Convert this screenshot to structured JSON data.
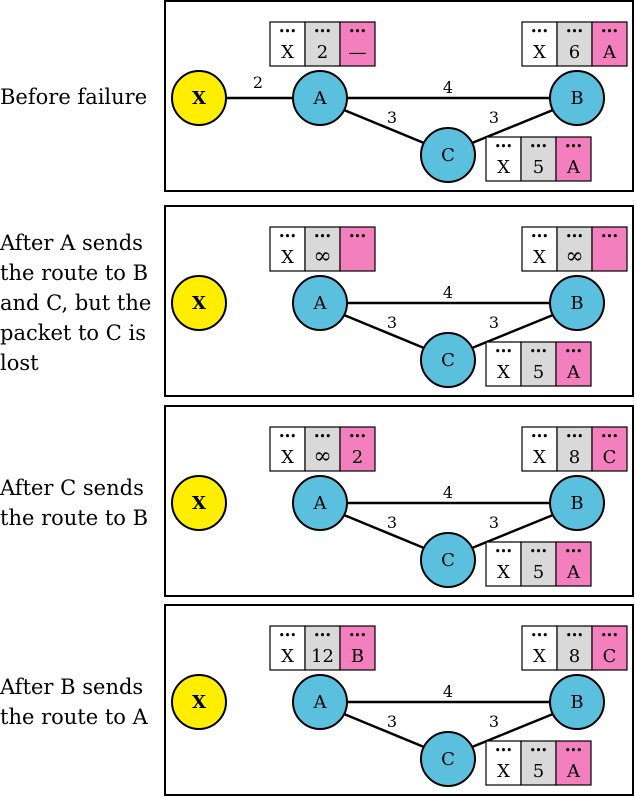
{
  "colors": {
    "node_x": "#ffee00",
    "node_router": "#5bc0de",
    "cell_dest": "#ffffff",
    "cell_cost": "#d9d9d9",
    "cell_next": "#f47fbf"
  },
  "labels": {
    "nodes": {
      "X": "X",
      "A": "A",
      "B": "B",
      "C": "C"
    },
    "ellipsis": "•••"
  },
  "panels": [
    {
      "caption": "Before failure",
      "show_xa_link": true,
      "xa_cost": "2",
      "link_costs": {
        "ab": "4",
        "ac": "3",
        "cb": "3"
      },
      "tables": {
        "A": {
          "dest": "X",
          "cost": "2",
          "next": "—"
        },
        "B": {
          "dest": "X",
          "cost": "6",
          "next": "A"
        },
        "C": {
          "dest": "X",
          "cost": "5",
          "next": "A"
        }
      }
    },
    {
      "caption": "After A sends\nthe route to B\nand C, but the\npacket to C is\nlost",
      "show_xa_link": false,
      "xa_cost": "",
      "link_costs": {
        "ab": "4",
        "ac": "3",
        "cb": "3"
      },
      "tables": {
        "A": {
          "dest": "X",
          "cost": "∞",
          "next": ""
        },
        "B": {
          "dest": "X",
          "cost": "∞",
          "next": ""
        },
        "C": {
          "dest": "X",
          "cost": "5",
          "next": "A"
        }
      }
    },
    {
      "caption": "After C sends\nthe route to B",
      "show_xa_link": false,
      "xa_cost": "",
      "link_costs": {
        "ab": "4",
        "ac": "3",
        "cb": "3"
      },
      "tables": {
        "A": {
          "dest": "X",
          "cost": "∞",
          "next": "2"
        },
        "B": {
          "dest": "X",
          "cost": "8",
          "next": "C"
        },
        "C": {
          "dest": "X",
          "cost": "5",
          "next": "A"
        }
      }
    },
    {
      "caption": "After B sends\nthe route to A",
      "show_xa_link": false,
      "xa_cost": "",
      "link_costs": {
        "ab": "4",
        "ac": "3",
        "cb": "3"
      },
      "tables": {
        "A": {
          "dest": "X",
          "cost": "12",
          "next": "B"
        },
        "B": {
          "dest": "X",
          "cost": "8",
          "next": "C"
        },
        "C": {
          "dest": "X",
          "cost": "5",
          "next": "A"
        }
      }
    }
  ]
}
